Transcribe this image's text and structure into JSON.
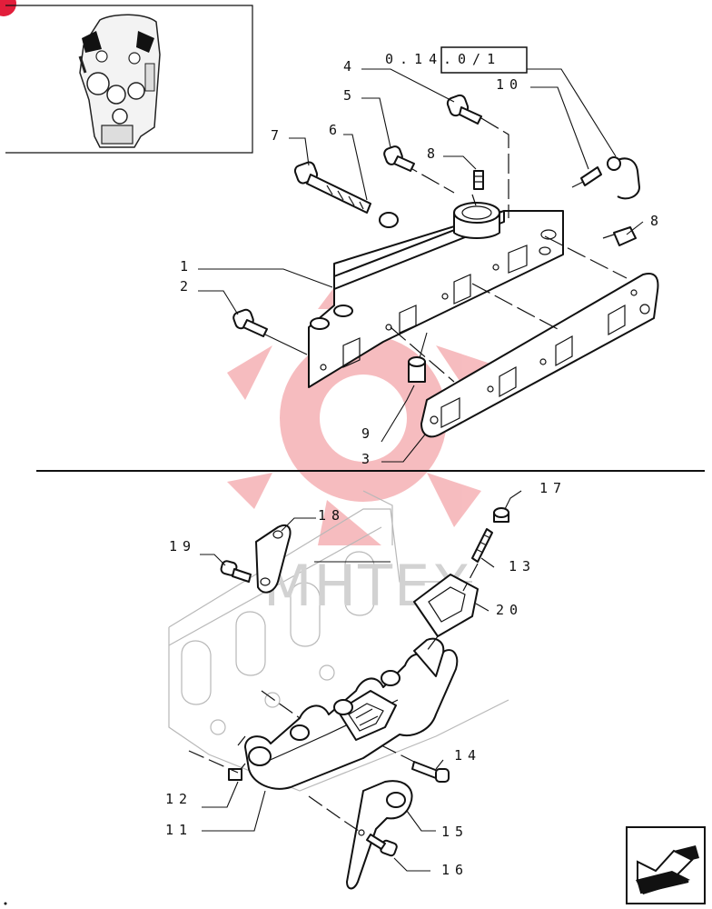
{
  "reference": {
    "part_a": "0.14",
    "part_b": ".0/1"
  },
  "callouts": {
    "c1": "1",
    "c2": "2",
    "c3": "3",
    "c4": "4",
    "c5": "5",
    "c6": "6",
    "c7": "7",
    "c8a": "8",
    "c8b": "8",
    "c9": "9",
    "c10": "10",
    "c11": "11",
    "c12": "12",
    "c13": "13",
    "c14": "14",
    "c15": "15",
    "c16": "16",
    "c17": "17",
    "c18": "18",
    "c19": "19",
    "c20": "20"
  },
  "watermark": {
    "text": "MHTEX",
    "color": "#e8434a"
  },
  "colors": {
    "line": "#111111",
    "engine_outline": "#b8b8b8",
    "corner_badge": "#e21e3b"
  },
  "icons": {
    "nav": "arrow-back-icon",
    "thumbnail": "engine-thumbnail-icon"
  }
}
